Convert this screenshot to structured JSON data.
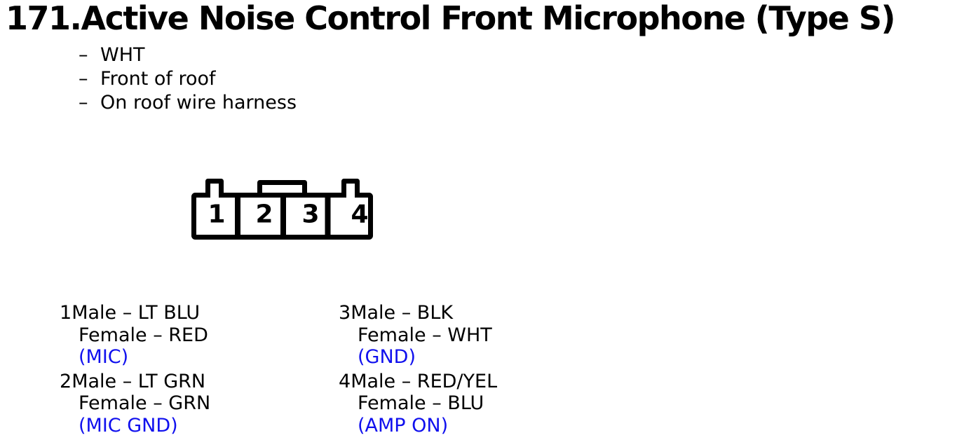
{
  "title": "171.Active Noise Control Front Microphone (Type S)",
  "bullet_dash": "–",
  "location_notes": [
    "WHT",
    "Front of roof",
    "On roof wire harness"
  ],
  "connector": {
    "pins": [
      "1",
      "2",
      "3",
      "4"
    ]
  },
  "pin_details": [
    {
      "number": "1",
      "male": "Male – LT BLU",
      "female": "Female – RED",
      "signal": "(MIC)"
    },
    {
      "number": "2",
      "male": "Male – LT GRN",
      "female": "Female – GRN",
      "signal": "(MIC GND)"
    },
    {
      "number": "3",
      "male": "Male – BLK",
      "female": "Female – WHT",
      "signal": "(GND)"
    },
    {
      "number": "4",
      "male": "Male – RED/YEL",
      "female": "Female – BLU",
      "signal": "(AMP ON)"
    }
  ],
  "colors": {
    "text": "#000000",
    "signal_blue": "#1010EE",
    "connector_stroke": "#000000",
    "background": "#FFFFFF"
  }
}
